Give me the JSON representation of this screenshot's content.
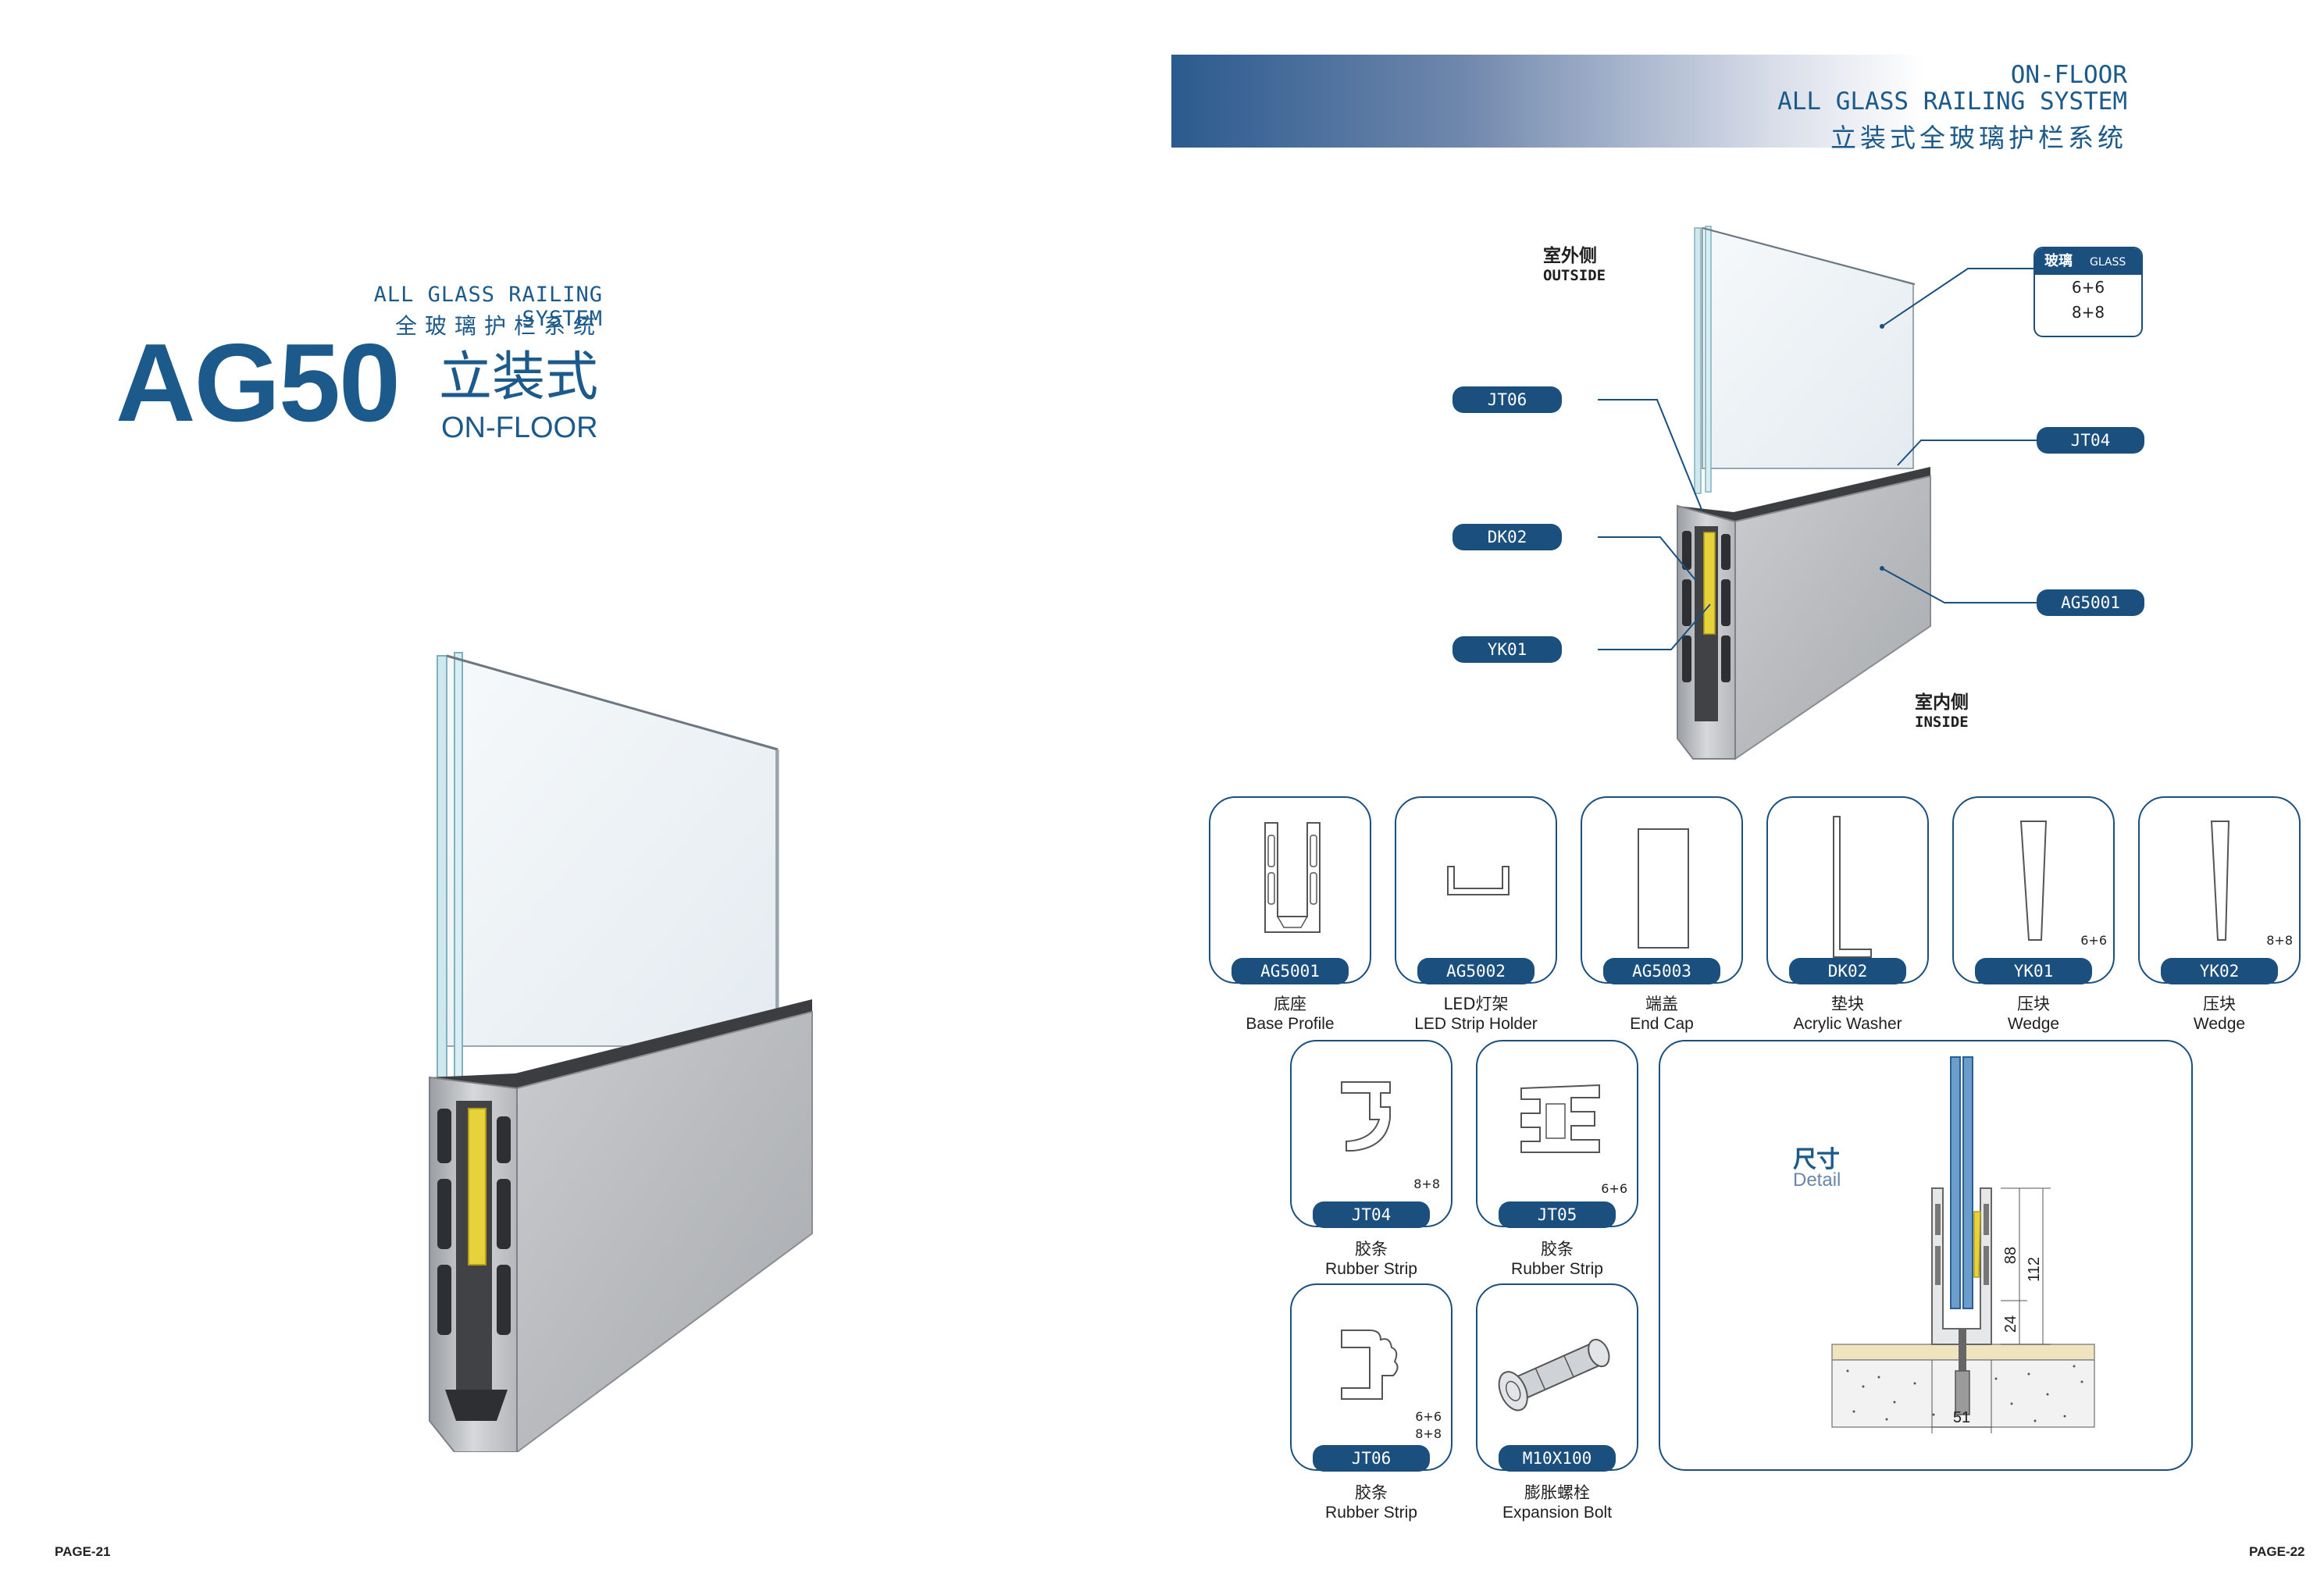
{
  "left_page": {
    "system_en": "ALL GLASS RAILING SYSTEM",
    "system_cn": "全玻璃护栏系统",
    "model": "AG50",
    "mount_cn": "立装式",
    "mount_en": "ON-FLOOR",
    "page": "PAGE-21"
  },
  "right_page": {
    "header_line1": "ON-FLOOR",
    "header_line2": "ALL GLASS RAILING SYSTEM",
    "header_line3": "立装式全玻璃护栏系统",
    "page": "PAGE-22",
    "outside_cn": "室外侧",
    "outside_en": "OUTSIDE",
    "inside_cn": "室内侧",
    "inside_en": "INSIDE",
    "glass_box": {
      "label_cn": "玻璃",
      "label_en": "GLASS",
      "options": [
        "6+6",
        "8+8"
      ]
    },
    "callouts": {
      "jt06": "JT06",
      "dk02": "DK02",
      "yk01": "YK01",
      "jt04": "JT04",
      "ag5001": "AG5001"
    }
  },
  "parts_row1": [
    {
      "code": "AG5001",
      "cn": "底座",
      "en": "Base Profile",
      "note": ""
    },
    {
      "code": "AG5002",
      "cn": "LED灯架",
      "en": "LED Strip Holder",
      "note": ""
    },
    {
      "code": "AG5003",
      "cn": "端盖",
      "en": "End Cap",
      "note": ""
    },
    {
      "code": "DK02",
      "cn": "垫块",
      "en": "Acrylic Washer",
      "note": ""
    },
    {
      "code": "YK01",
      "cn": "压块",
      "en": "Wedge",
      "note": "6+6"
    },
    {
      "code": "YK02",
      "cn": "压块",
      "en": "Wedge",
      "note": "8+8"
    }
  ],
  "parts_grid": [
    {
      "code": "JT04",
      "cn": "胶条",
      "en": "Rubber Strip",
      "note": "8+8"
    },
    {
      "code": "JT05",
      "cn": "胶条",
      "en": "Rubber Strip",
      "note": "6+6"
    },
    {
      "code": "JT06",
      "cn": "胶条",
      "en": "Rubber Strip",
      "note": "6+6\n8+8"
    },
    {
      "code": "M10X100",
      "cn": "膨胀螺栓",
      "en": "Expansion Bolt",
      "note": ""
    }
  ],
  "detail": {
    "title_cn": "尺寸",
    "title_en": "Detail",
    "dims": {
      "height_inner": "88",
      "height_total": "112",
      "base": "24",
      "width": "51"
    }
  }
}
